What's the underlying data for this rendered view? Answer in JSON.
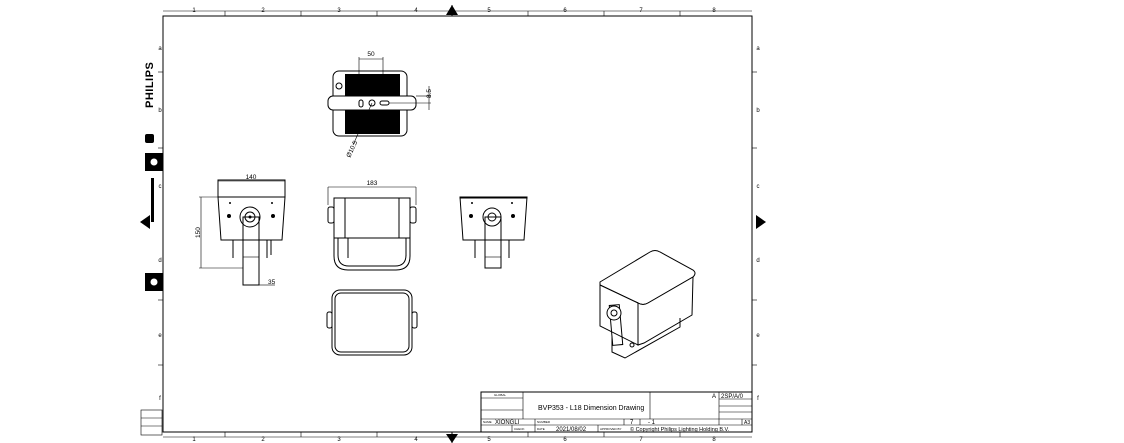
{
  "frame": {
    "columns": [
      "1",
      "2",
      "3",
      "4",
      "5",
      "6",
      "7",
      "8"
    ],
    "rows": [
      "a",
      "b",
      "c",
      "d",
      "e",
      "f"
    ]
  },
  "logo": {
    "brand": "PHILIPS"
  },
  "dimensions": {
    "top_width": "50",
    "top_offset": "8.5",
    "top_hole": "Ø10.5",
    "front_width": "140",
    "front_height": "150",
    "arm_width": "35",
    "side_width": "183"
  },
  "title_block": {
    "title": "BVP353 - L18 Dimension Drawing",
    "drawn_by": "XIONGLI",
    "date": "2021/08/02",
    "copyright": "© Copyright Philips Lighting Holding B.V.",
    "revision": "A",
    "doc_code": "2SP/A/0",
    "sheet": "7",
    "scale": "- 1",
    "format": "A3",
    "label_company": "GLOBAL",
    "label_name": "NAME",
    "label_number": "NUMBER",
    "label_check": "CHECK",
    "label_date": "DATE",
    "label_approved": "APPROVED BY"
  }
}
